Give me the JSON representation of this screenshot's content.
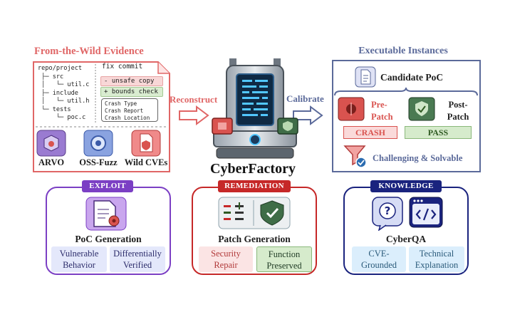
{
  "evidence": {
    "title": "From-the-Wild Evidence",
    "tree": "repo/project\n ├─ src\n │   └─ util.c\n ├─ include\n │   └─ util.h\n └─ tests\n     └─ poc.c",
    "fix_title": "fix commit",
    "diff_minus": "- unsafe copy",
    "diff_plus": "+ bounds check",
    "crash_lines": [
      "Crash Type",
      "Crash Report",
      "Crash Location"
    ],
    "sources": [
      "ARVO",
      "OSS-Fuzz",
      "Wild CVEs"
    ]
  },
  "arrows": {
    "left": "Reconstruct",
    "right": "Calibrate"
  },
  "factory": {
    "title": "CyberFactory"
  },
  "instances": {
    "title": "Executable Instances",
    "candidate": "Candidate PoC",
    "pre_patch": [
      "Pre-",
      "Patch"
    ],
    "post_patch": [
      "Post-",
      "Patch"
    ],
    "crash": "CRASH",
    "pass": "PASS",
    "challenging": "Challenging & Solvable"
  },
  "panels": {
    "exploit": {
      "tag": "EXPLOIT",
      "title": "PoC Generation",
      "pills": [
        [
          "Vulnerable",
          "Behavior"
        ],
        [
          "Differentially",
          "Verified"
        ]
      ]
    },
    "remediation": {
      "tag": "REMEDIATION",
      "title": "Patch Generation",
      "pills": [
        [
          "Security",
          "Repair"
        ],
        [
          "Function",
          "Preserved"
        ]
      ]
    },
    "knowledge": {
      "tag": "KNOWLEDGE",
      "title": "CyberQA",
      "pills": [
        [
          "CVE-",
          "Grounded"
        ],
        [
          "Technical",
          "Explanation"
        ]
      ]
    }
  },
  "colors": {
    "red": "#e06666",
    "purple": "#7b3fc4",
    "crimson": "#c62828",
    "navy": "#1a237e",
    "slate": "#5b6a9a"
  }
}
